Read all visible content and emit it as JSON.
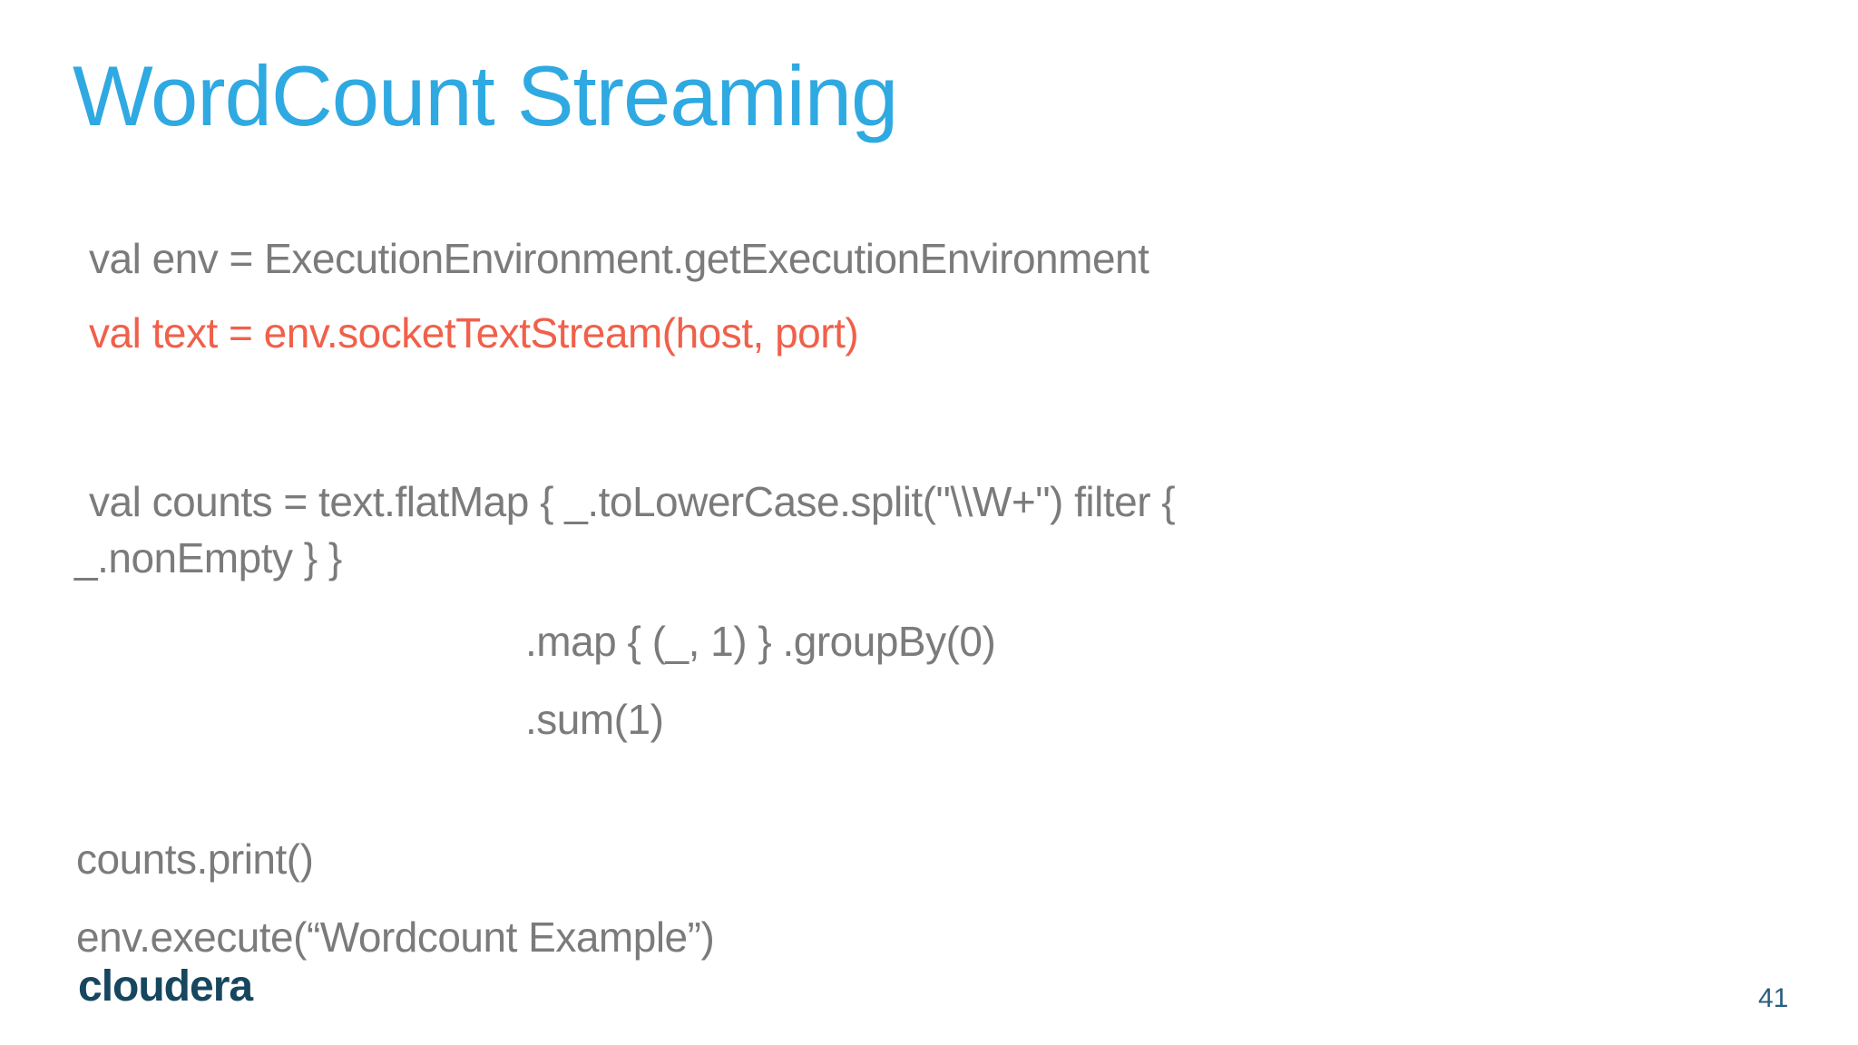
{
  "slide": {
    "title": "WordCount Streaming",
    "code_lines": [
      {
        "name": "val-env",
        "text": "val env = ExecutionEnvironment.getExecutionEnvironment",
        "color": "gray"
      },
      {
        "name": "val-text",
        "text": "val text = env.socketTextStream(host, port)",
        "color": "red"
      },
      {
        "name": "val-counts",
        "text": "val counts = text.flatMap { _.toLowerCase.split(\"\\\\W+\") filter {",
        "color": "gray"
      },
      {
        "name": "nonempty",
        "text": "_.nonEmpty } }",
        "color": "gray"
      },
      {
        "name": "map-groupby",
        "text": ".map { (_, 1) } .groupBy(0)",
        "color": "gray"
      },
      {
        "name": "sum",
        "text": ".sum(1)",
        "color": "gray"
      },
      {
        "name": "print",
        "text": "counts.print()",
        "color": "gray"
      },
      {
        "name": "execute",
        "text": "env.execute(“Wordcount Example”)",
        "color": "gray"
      }
    ],
    "footer": {
      "logo_text": "cloudera",
      "page_number": "41"
    },
    "colors": {
      "background": "#FFFFFF",
      "title_blue": "#2FA9E1",
      "code_gray": "#7B7B7B",
      "code_red": "#F0604A",
      "logo_navy": "#17465F",
      "page_number_blue": "#2A5E80"
    }
  }
}
